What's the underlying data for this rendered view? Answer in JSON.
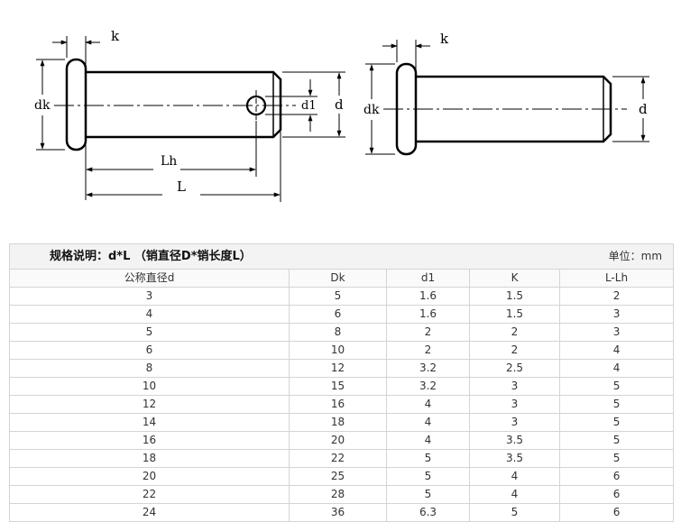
{
  "drawing": {
    "left_view": {
      "k_label": "k",
      "dk_label": "dk",
      "d1_label": "d1",
      "d_label": "d",
      "lh_label": "Lh",
      "l_label": "L"
    },
    "right_view": {
      "k_label": "k",
      "dk_label": "dk",
      "d_label": "d"
    }
  },
  "table": {
    "title": "规格说明：d*L （销直径D*销长度L）",
    "unit": "单位：mm",
    "columns": [
      "公称直径d",
      "Dk",
      "d1",
      "K",
      "L-Lh"
    ],
    "rows": [
      [
        "3",
        "5",
        "1.6",
        "1.5",
        "2"
      ],
      [
        "4",
        "6",
        "1.6",
        "1.5",
        "3"
      ],
      [
        "5",
        "8",
        "2",
        "2",
        "3"
      ],
      [
        "6",
        "10",
        "2",
        "2",
        "4"
      ],
      [
        "8",
        "12",
        "3.2",
        "2.5",
        "4"
      ],
      [
        "10",
        "15",
        "3.2",
        "3",
        "5"
      ],
      [
        "12",
        "16",
        "4",
        "3",
        "5"
      ],
      [
        "14",
        "18",
        "4",
        "3",
        "5"
      ],
      [
        "16",
        "20",
        "4",
        "3.5",
        "5"
      ],
      [
        "18",
        "22",
        "5",
        "3.5",
        "5"
      ],
      [
        "20",
        "25",
        "5",
        "4",
        "6"
      ],
      [
        "22",
        "28",
        "5",
        "4",
        "6"
      ],
      [
        "24",
        "36",
        "6.3",
        "5",
        "6"
      ]
    ]
  }
}
